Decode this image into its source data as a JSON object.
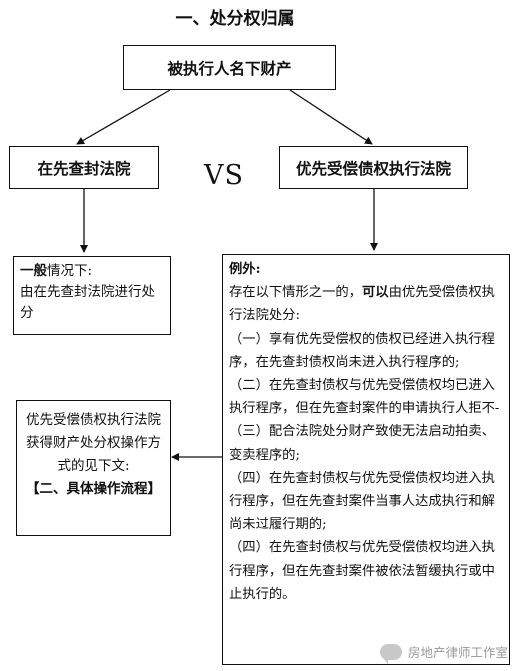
{
  "title": "一、处分权归属",
  "top_box": "被执行人名下财产",
  "left_box": "在先查封法院",
  "vs": "VS",
  "right_box": "优先受偿债权执行法院",
  "general": {
    "heading": "一般",
    "rest": "情况下:",
    "body": "由在先查封法院进行处分"
  },
  "exception": {
    "heading": "例外:",
    "intro_pre": "存在以下情形之一的，",
    "intro_bold": "可以",
    "intro_post": "由优先受偿债权执行法院处分:",
    "items": [
      "（一）享有优先受偿权的债权已经进入执行程序，在先查封债权尚未进入执行程序的;",
      "（二）在先查封债权与优先受偿债权均已进入执行程序，但在先查封案件的申请执行人拒不-",
      "（三）配合法院处分财产致使无法启动拍卖、变卖程序的;",
      "（四）在先查封债权与优先受偿债权均进入执行程序，但在先查封案件当事人达成执行和解尚未过履行期的;",
      "（四）在先查封债权与优先受偿债权均进入执行程序，但在先查封案件被依法暂缓执行或中止执行的。"
    ]
  },
  "note": {
    "text": "优先受偿债权执行法院获得财产处分权操作方式的见下文:",
    "bold": "【二、具体操作流程】"
  },
  "watermark": "房地产律师工作室"
}
